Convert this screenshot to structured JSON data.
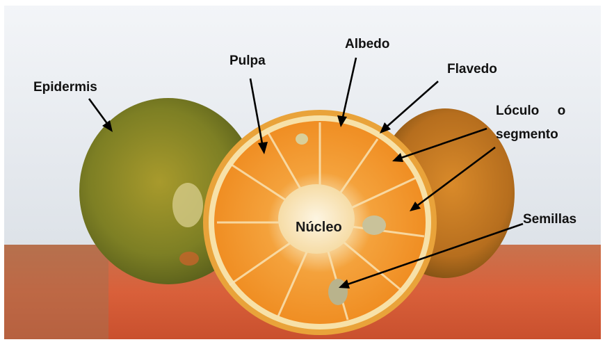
{
  "image": {
    "subject": "Mandarina cortada por la mitad con etiquetas de sus partes",
    "labels": {
      "epidermis": "Epidermis",
      "pulpa": "Pulpa",
      "albedo": "Albedo",
      "flavedo": "Flavedo",
      "loculo_line1": "Lóculo     o",
      "loculo_line2": "segmento",
      "semillas": "Semillas",
      "nucleo": "Núcleo"
    },
    "colors": {
      "background": "#e8ecf0",
      "table": "#d6643a",
      "peel_green": "#7e8a2a",
      "flesh": "#f39a2e",
      "albedo": "#f7e3b0"
    }
  }
}
